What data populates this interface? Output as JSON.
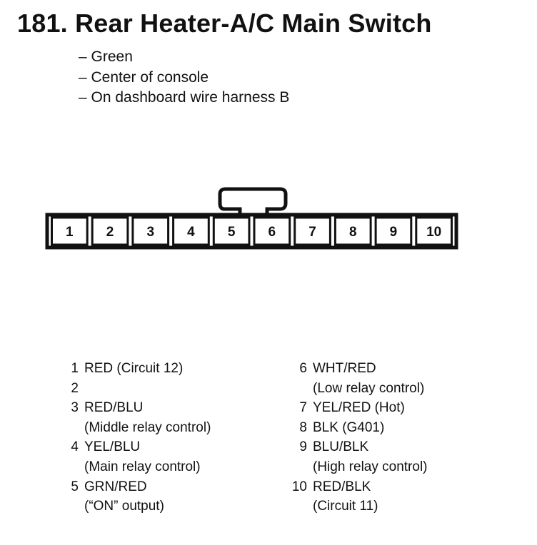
{
  "title": "181. Rear Heater-A/C Main Switch",
  "info": [
    "– Green",
    "– Center of console",
    "– On dashboard wire harness B"
  ],
  "connector": {
    "pins": [
      "1",
      "2",
      "3",
      "4",
      "5",
      "6",
      "7",
      "8",
      "9",
      "10"
    ]
  },
  "pinout_left": [
    {
      "num": "1",
      "lines": [
        "RED (Circuit 12)"
      ]
    },
    {
      "num": "2",
      "lines": [
        ""
      ]
    },
    {
      "num": "3",
      "lines": [
        "RED/BLU",
        "(Middle relay control)"
      ]
    },
    {
      "num": "4",
      "lines": [
        "YEL/BLU",
        "(Main relay control)"
      ]
    },
    {
      "num": "5",
      "lines": [
        "GRN/RED",
        "(“ON” output)"
      ]
    }
  ],
  "pinout_right": [
    {
      "num": "6",
      "lines": [
        "WHT/RED",
        "(Low relay control)"
      ]
    },
    {
      "num": "7",
      "lines": [
        "YEL/RED (Hot)"
      ]
    },
    {
      "num": "8",
      "lines": [
        "BLK (G401)"
      ]
    },
    {
      "num": "9",
      "lines": [
        "BLU/BLK",
        "(High relay control)"
      ]
    },
    {
      "num": "10",
      "lines": [
        "RED/BLK",
        "(Circuit 11)"
      ]
    }
  ]
}
